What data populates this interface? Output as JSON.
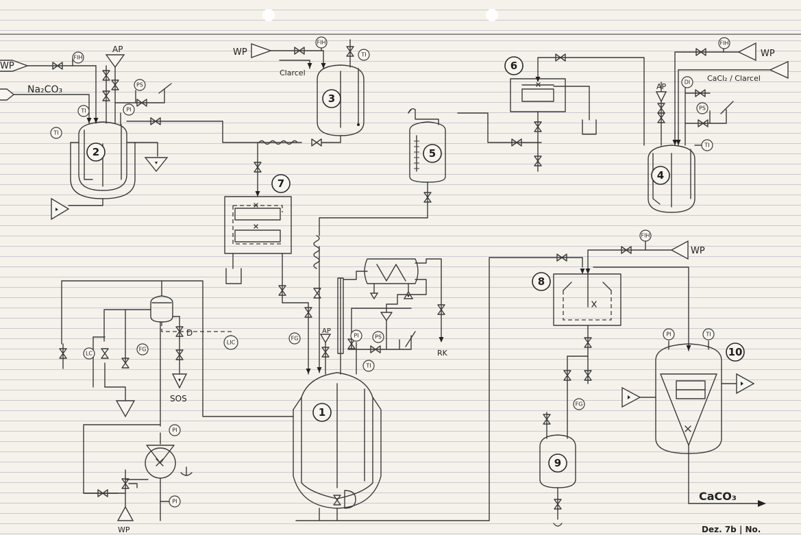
{
  "equipment": [
    "1",
    "2",
    "3",
    "4",
    "5",
    "6",
    "7",
    "8",
    "9",
    "10"
  ],
  "instrument_tags": {
    "fih": "FIH",
    "ti": "TI",
    "pi": "PI",
    "ps": "PS",
    "fg": "FG",
    "lc": "LC",
    "lic": "LIC",
    "di": "DI"
  },
  "symbols": {
    "ap": "AP",
    "d": "D"
  },
  "labels": {
    "wp": "WP",
    "na2co3": "Na₂CO₃",
    "clarcel": "Clarcel",
    "cacl2_clarcel": "CaCl₂ / Clarcel",
    "rk": "RK",
    "sos": "SOS",
    "caco3": "CaCO₃",
    "footer": "Dez. 7b | No."
  },
  "colors": {
    "ink": "#3a3a3a",
    "paper": "#f4f2eb",
    "rule": "#c9c9cf"
  }
}
